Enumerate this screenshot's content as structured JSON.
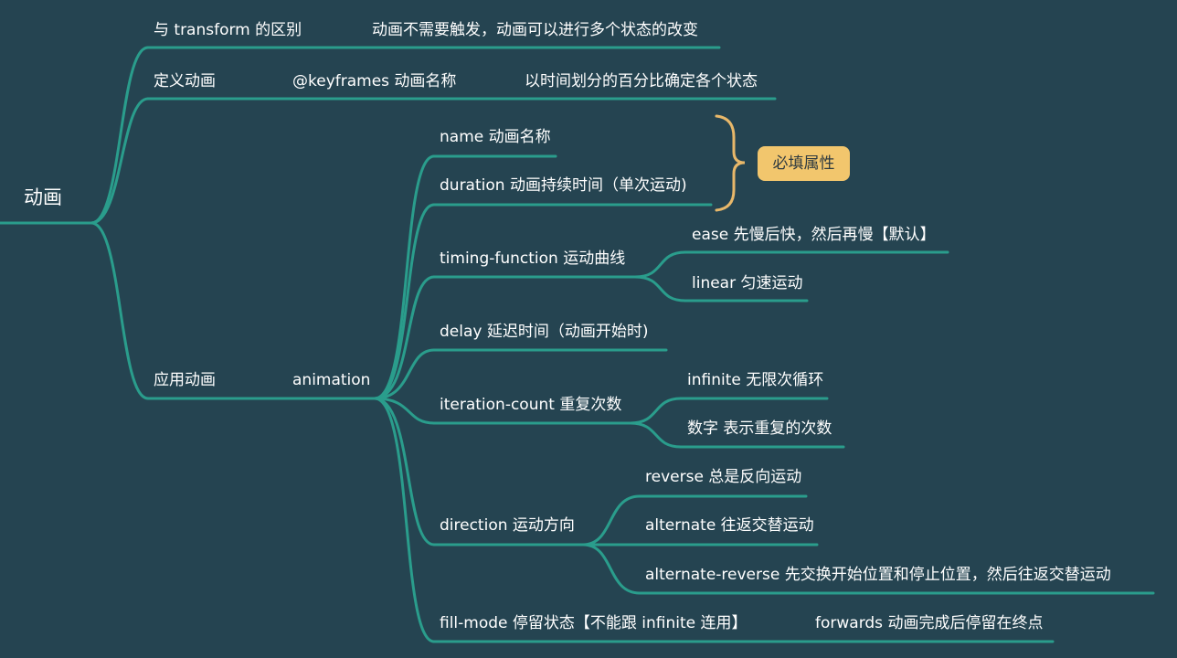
{
  "root": {
    "label": "动画"
  },
  "branches": [
    {
      "label": "与 transform 的区别",
      "children": [
        {
          "label": "动画不需要触发，动画可以进行多个状态的改变"
        }
      ]
    },
    {
      "label": "定义动画",
      "children": [
        {
          "label": "@keyframes 动画名称",
          "children": [
            {
              "label": "以时间划分的百分比确定各个状态"
            }
          ]
        }
      ]
    },
    {
      "label": "应用动画",
      "children": [
        {
          "label": "animation",
          "children": [
            {
              "label": "name 动画名称"
            },
            {
              "label": "duration 动画持续时间（单次运动)"
            },
            {
              "label": "timing-function 运动曲线",
              "children": [
                {
                  "label": "ease 先慢后快，然后再慢【默认】"
                },
                {
                  "label": "linear 匀速运动"
                }
              ]
            },
            {
              "label": "delay 延迟时间（动画开始时)"
            },
            {
              "label": "iteration-count 重复次数",
              "children": [
                {
                  "label": "infinite 无限次循环"
                },
                {
                  "label": "数字 表示重复的次数"
                }
              ]
            },
            {
              "label": "direction 运动方向",
              "children": [
                {
                  "label": "reverse 总是反向运动"
                },
                {
                  "label": "alternate 往返交替运动"
                },
                {
                  "label": "alternate-reverse 先交换开始位置和停止位置，然后往返交替运动"
                }
              ]
            },
            {
              "label": "fill-mode 停留状态【不能跟 infinite 连用】",
              "children": [
                {
                  "label": "forwards 动画完成后停留在终点"
                }
              ]
            }
          ]
        }
      ]
    }
  ],
  "summary": {
    "label": "必填属性",
    "color": "#f2c66d"
  },
  "colors": {
    "background": "#254451",
    "branch_line": "#2a9d8c",
    "text": "#ffffff",
    "brace": "#e8b86a"
  }
}
